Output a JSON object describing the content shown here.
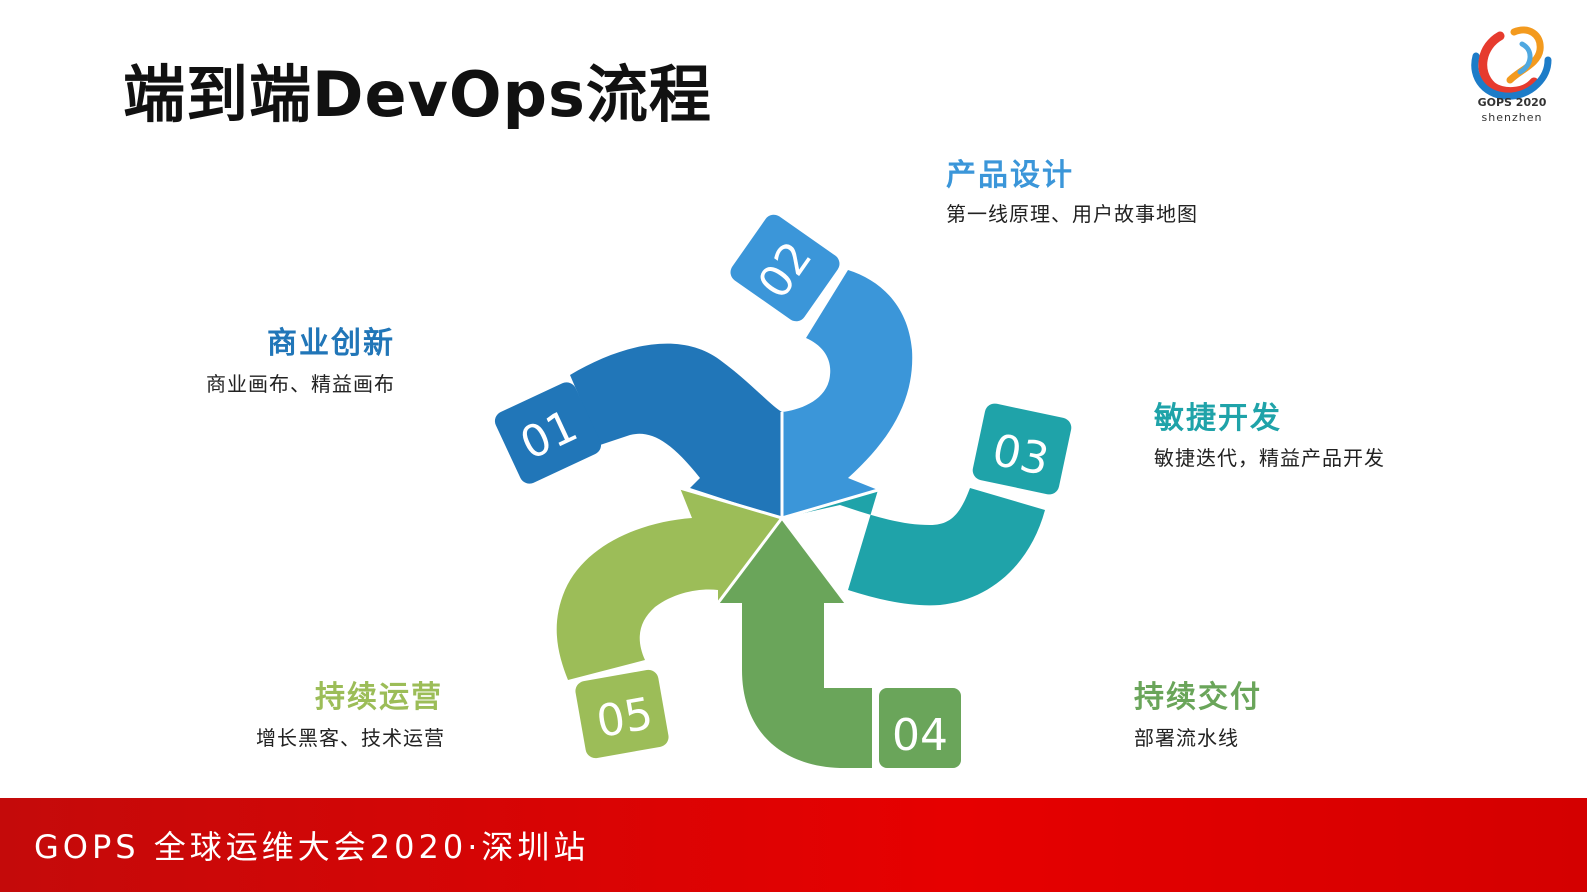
{
  "title": "端到端DevOps流程",
  "logo": {
    "line1": "GOPS 2020",
    "line2": "shenzhen"
  },
  "steps": [
    {
      "num": "01",
      "title": "商业创新",
      "desc": "商业画布、精益画布",
      "color": "#2176b8"
    },
    {
      "num": "02",
      "title": "产品设计",
      "desc": "第一线原理、用户故事地图",
      "color": "#3b96d9"
    },
    {
      "num": "03",
      "title": "敏捷开发",
      "desc": "敏捷迭代，精益产品开发",
      "color": "#1fa3a9"
    },
    {
      "num": "04",
      "title": "持续交付",
      "desc": "部署流水线",
      "color": "#6aa55a"
    },
    {
      "num": "05",
      "title": "持续运营",
      "desc": "增长黑客、技术运营",
      "color": "#9cbd58"
    }
  ],
  "footer": "GOPS 全球运维大会2020·深圳站"
}
